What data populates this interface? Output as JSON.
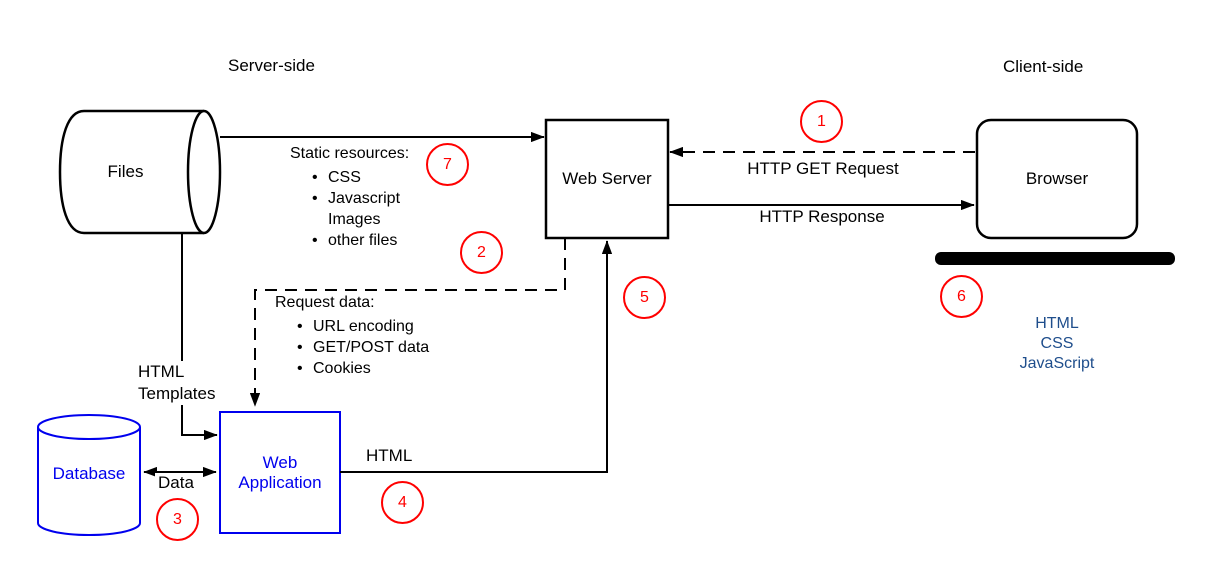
{
  "sections": {
    "server": "Server-side",
    "client": "Client-side"
  },
  "nodes": {
    "files": "Files",
    "web_server": "Web Server",
    "browser": "Browser",
    "database": "Database",
    "web_application": [
      "Web",
      "Application"
    ]
  },
  "edges": {
    "http_get": "HTTP GET Request",
    "http_response": "HTTP Response",
    "html_templates": [
      "HTML",
      "Templates"
    ],
    "data": "Data",
    "html": "HTML"
  },
  "lists": {
    "static_resources": {
      "title": "Static resources:",
      "items": [
        {
          "bullet": "•",
          "text": "CSS"
        },
        {
          "bullet": "•",
          "text": "Javascript"
        },
        {
          "bullet": "",
          "text": "Images"
        },
        {
          "bullet": "•",
          "text": "other files"
        }
      ]
    },
    "request_data": {
      "title": "Request data:",
      "items": [
        {
          "bullet": "•",
          "text": "URL encoding"
        },
        {
          "bullet": "•",
          "text": "GET/POST data"
        },
        {
          "bullet": "•",
          "text": "Cookies"
        }
      ]
    }
  },
  "client_output": [
    "HTML",
    "CSS",
    "JavaScript"
  ],
  "steps": [
    "1",
    "2",
    "3",
    "4",
    "5",
    "6",
    "7"
  ],
  "colors": {
    "node_blue": "#0000ee",
    "client_output_blue": "#1f4e8c",
    "step_red": "#ff0000",
    "line_black": "#000000",
    "background": "#ffffff"
  }
}
